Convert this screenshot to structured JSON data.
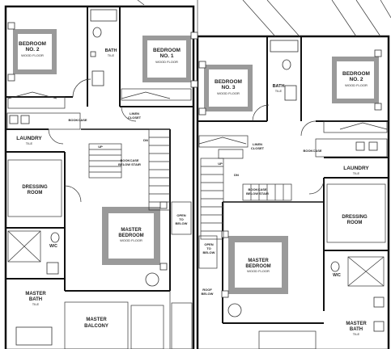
{
  "colors": {
    "wall": "#111111",
    "bed_fill": "#9a9a9a",
    "bed_inner": "#ffffff",
    "background": "#ffffff",
    "hatch": "#555555"
  },
  "labels": {
    "bedroom2_left": "BEDROOM",
    "bedroom2_left_no": "NO. 2",
    "bedroom2_left_floor": "WOOD FLOOR",
    "bedroom1": "BEDROOM",
    "bedroom1_no": "NO. 1",
    "bedroom1_floor": "WOOD FLOOR",
    "bath_left": "BATH",
    "bath_left_floor": "TILE",
    "bookcase_left": "BOOKCASE",
    "linen_left": "LINEN",
    "linen_left_2": "CLOSET",
    "laundry_left": "LAUNDRY",
    "laundry_left_floor": "TILE",
    "dressing_left": "DRESSING",
    "dressing_left_2": "ROOM",
    "bookcase_stair_left": "BOOKCASE",
    "bookcase_stair_left_2": "BELOW STAIR",
    "master_left": "MASTER",
    "master_left_2": "BEDROOM",
    "master_left_floor": "WOOD FLOOR",
    "open_below_left": "OPEN",
    "open_below_left_2": "TO",
    "open_below_left_3": "BELOW",
    "wc_left": "W/C",
    "master_bath_left": "MASTER",
    "master_bath_left_2": "BATH",
    "master_bath_left_floor": "TILE",
    "master_balcony": "MASTER",
    "master_balcony_2": "BALCONY",
    "roof_below": "ROOF",
    "roof_below_2": "BELOW",
    "bedroom3": "BEDROOM",
    "bedroom3_no": "NO. 3",
    "bedroom3_floor": "WOOD FLOOR",
    "bath_right": "BATH",
    "bath_right_floor": "TILE",
    "bedroom2_right": "BEDROOM",
    "bedroom2_right_no": "NO. 2",
    "bedroom2_right_floor": "WOOD FLOOR",
    "linen_right": "LINEN",
    "linen_right_2": "CLOSET",
    "bookcase_right": "BOOKCASE",
    "laundry_right": "LAUNDRY",
    "laundry_right_floor": "TILE",
    "bookcase_stair_right": "BOOKCASE",
    "bookcase_stair_right_2": "BELOW STAIR",
    "dressing_right": "DRESSING",
    "dressing_right_2": "ROOM",
    "open_below_right": "OPEN",
    "open_below_right_2": "TO",
    "open_below_right_3": "BELOW",
    "master_right": "MASTER",
    "master_right_2": "BEDROOM",
    "master_right_floor": "WOOD FLOOR",
    "wc_right": "W/C",
    "master_bath_right": "MASTER",
    "master_bath_right_2": "BATH",
    "master_bath_right_floor": "TILE",
    "up_left": "UP",
    "dn_left": "DN",
    "up_right": "UP",
    "dn_right": "DN"
  }
}
